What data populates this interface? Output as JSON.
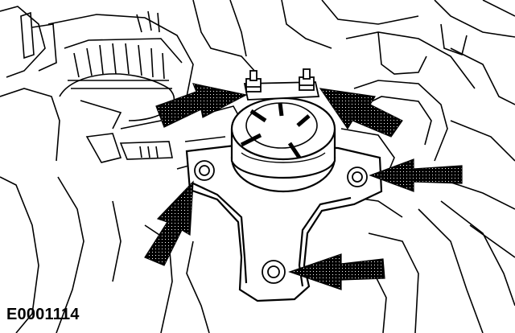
{
  "figure": {
    "code": "E0001114"
  },
  "colors": {
    "line": "#000000",
    "background": "#ffffff",
    "arrow_fill": "#000000"
  },
  "callouts": {
    "count": 5,
    "targets": [
      "left-stud-nut",
      "right-stud-nut",
      "right-bolt",
      "left-bolt",
      "bottom-bolt"
    ]
  }
}
